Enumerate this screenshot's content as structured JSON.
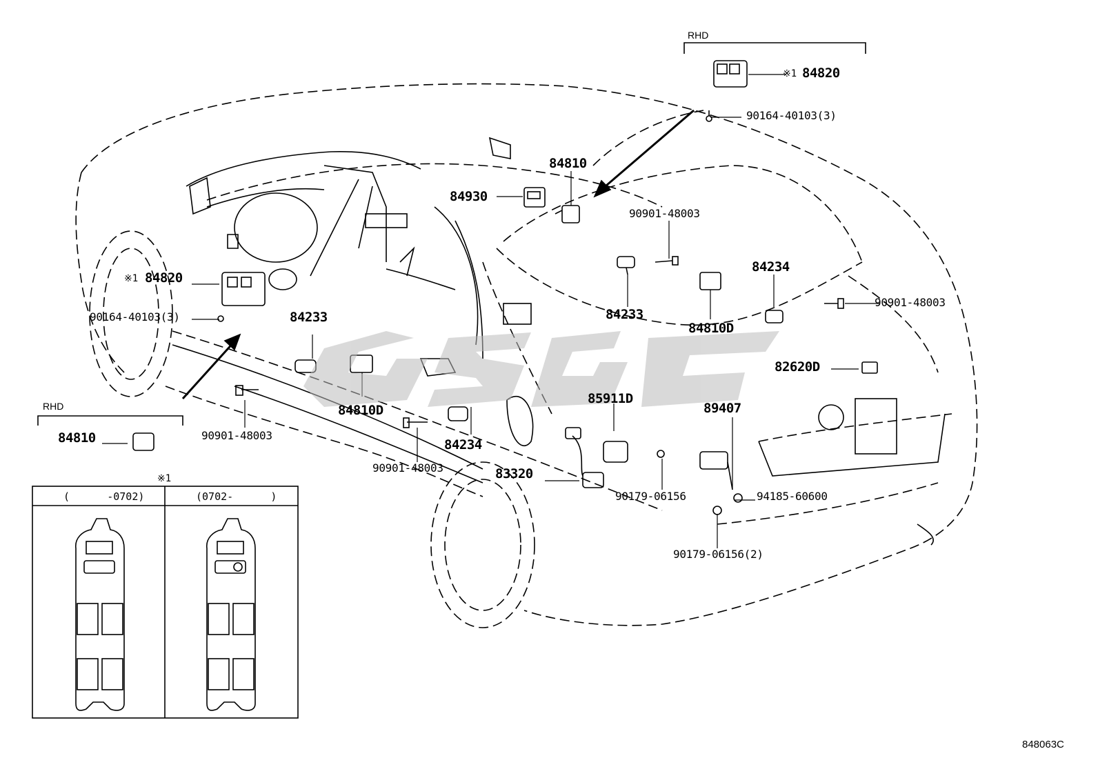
{
  "diagram": {
    "figure_id": "848063C",
    "watermark": "GSGC",
    "rhd_label": "RHD",
    "note_mark": "※1",
    "parts": {
      "switch_84820": "84820",
      "screw_90164": "90164-40103(3)",
      "switch_84810": "84810",
      "switch_84930": "84930",
      "screw_90901": "90901-48003",
      "sensor_84234": "84234",
      "sensor_84233": "84233",
      "switch_84810d": "84810D",
      "connector_82620d": "82620D",
      "wire_85911d": "85911D",
      "sensor_89407": "89407",
      "clip_90179": "90179-06156",
      "clip_90179_2": "90179-06156(2)",
      "nut_94185": "94185-60600",
      "sensor_83320": "83320"
    },
    "inset": {
      "mark": "※1",
      "col1_header": "(      -0702)",
      "col2_header": "(0702-      )"
    }
  }
}
